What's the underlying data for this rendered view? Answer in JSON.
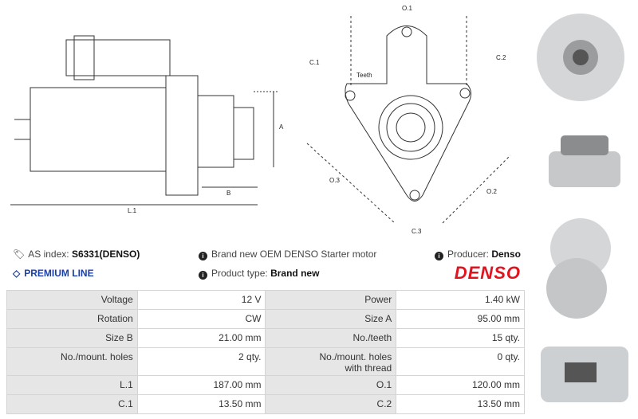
{
  "diagram_labels": {
    "A": "A",
    "B": "B",
    "L1": "L.1",
    "O1": "O.1",
    "O2": "O.2",
    "O3": "O.3",
    "C1": "C.1",
    "C2": "C.2",
    "C3": "C.3",
    "teeth": "Teeth"
  },
  "info": {
    "as_index_label": "AS index:",
    "as_index_value": "S6331(DENSO)",
    "premium": "PREMIUM LINE",
    "description": "Brand new OEM DENSO Starter motor",
    "product_type_label": "Product type:",
    "product_type_value": "Brand new",
    "producer_label": "Producer:",
    "producer_value": "Denso",
    "brand_logo": "DENSO"
  },
  "colors": {
    "premium": "#1a3fa8",
    "denso": "#e0141e"
  },
  "specs": [
    [
      "Voltage",
      "12 V",
      "Power",
      "1.40 kW"
    ],
    [
      "Rotation",
      "CW",
      "Size A",
      "95.00 mm"
    ],
    [
      "Size B",
      "21.00 mm",
      "No./teeth",
      "15 qty."
    ],
    [
      "No./mount. holes",
      "2 qty.",
      "No./mount. holes with thread",
      "0 qty."
    ],
    [
      "L.1",
      "187.00 mm",
      "O.1",
      "120.00 mm"
    ],
    [
      "C.1",
      "13.50 mm",
      "C.2",
      "13.50 mm"
    ]
  ]
}
